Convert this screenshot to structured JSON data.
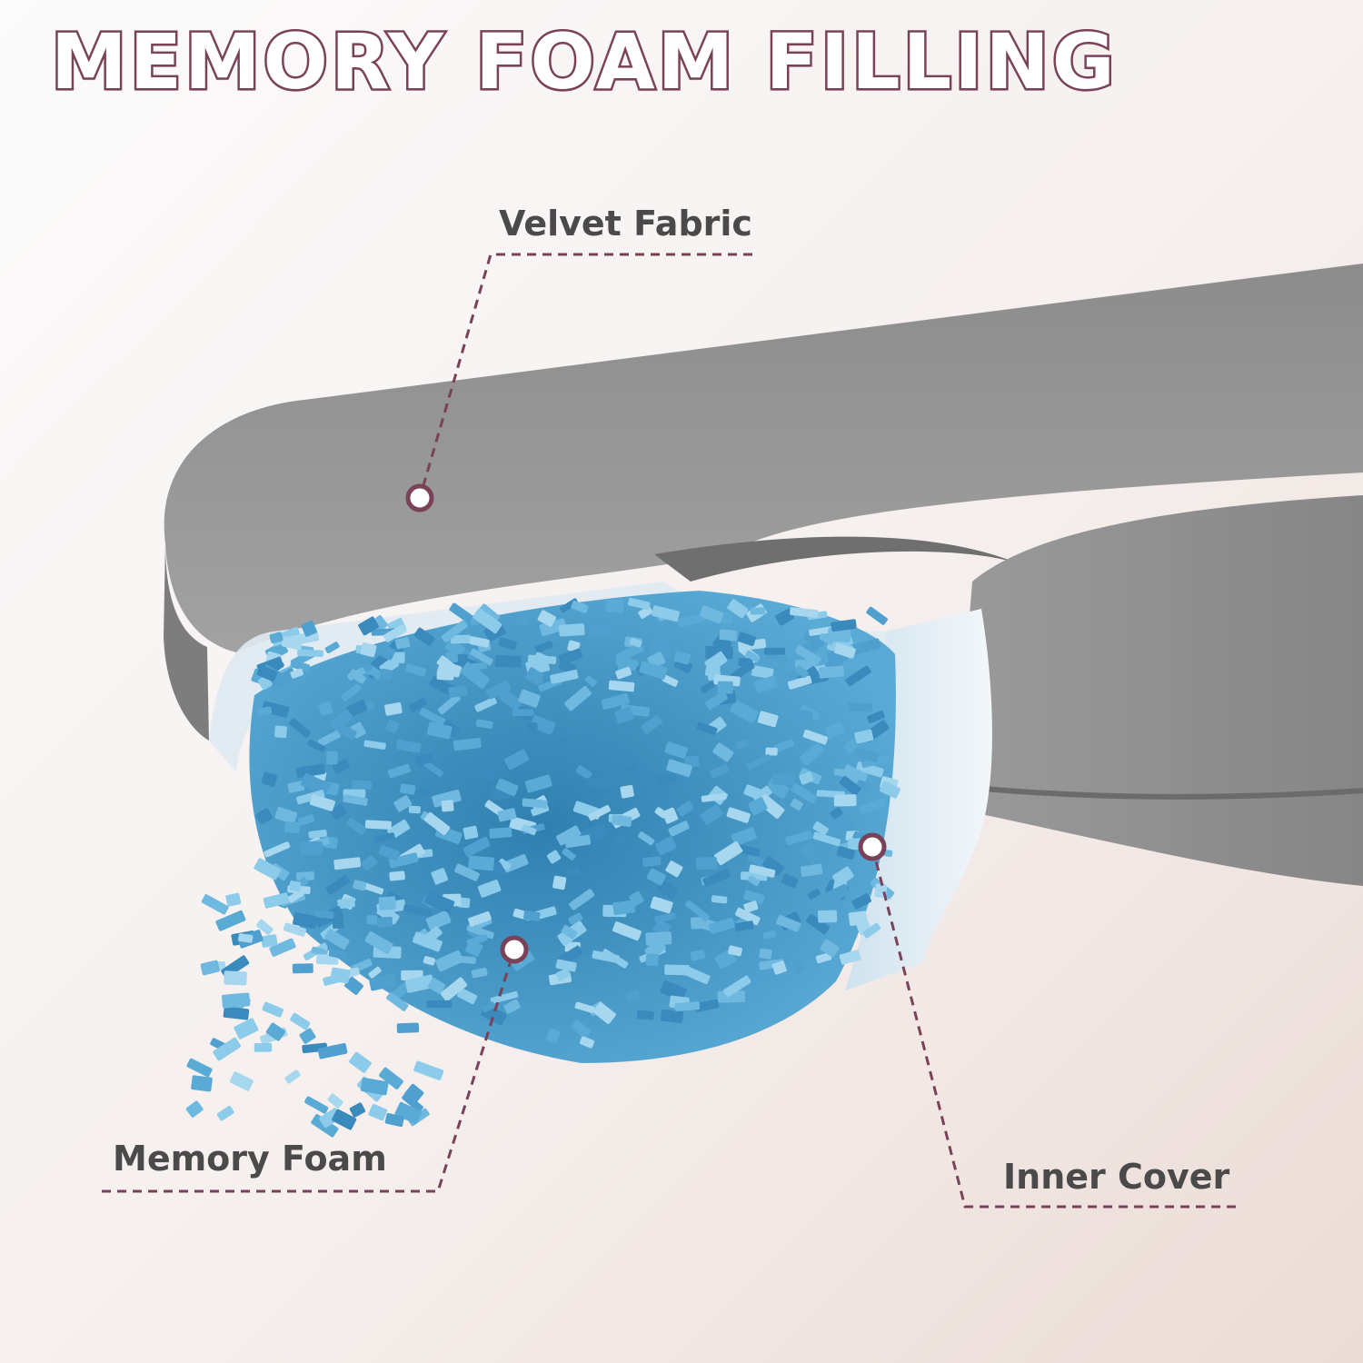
{
  "title": "MEMORY FOAM FILLING",
  "callouts": {
    "velvet_fabric": "Velvet Fabric",
    "memory_foam": "Memory Foam",
    "inner_cover": "Inner Cover"
  },
  "colors": {
    "accent": "#7a4258",
    "label_text": "#4a4a4a",
    "pillow_gray": "#8e8e8e",
    "foam_blue": "#5aa9d6"
  }
}
